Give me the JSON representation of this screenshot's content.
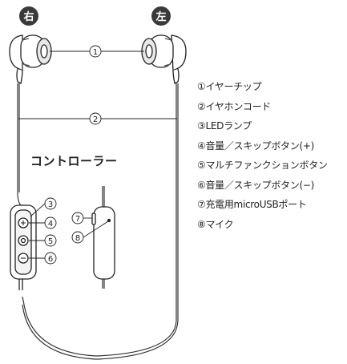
{
  "badges": {
    "right": "右",
    "left": "左"
  },
  "controller_label": "コントローラー",
  "callouts": [
    "1",
    "2",
    "3",
    "4",
    "5",
    "6",
    "7",
    "8"
  ],
  "legend": [
    "①イヤーチップ",
    "②イヤホンコード",
    "③LEDランプ",
    "④音量／スキップボタン(+)",
    "⑤マルチファンクションボタン",
    "⑥音量／スキップボタン(−)",
    "⑦充電用microUSBポート",
    "⑧マイク"
  ]
}
